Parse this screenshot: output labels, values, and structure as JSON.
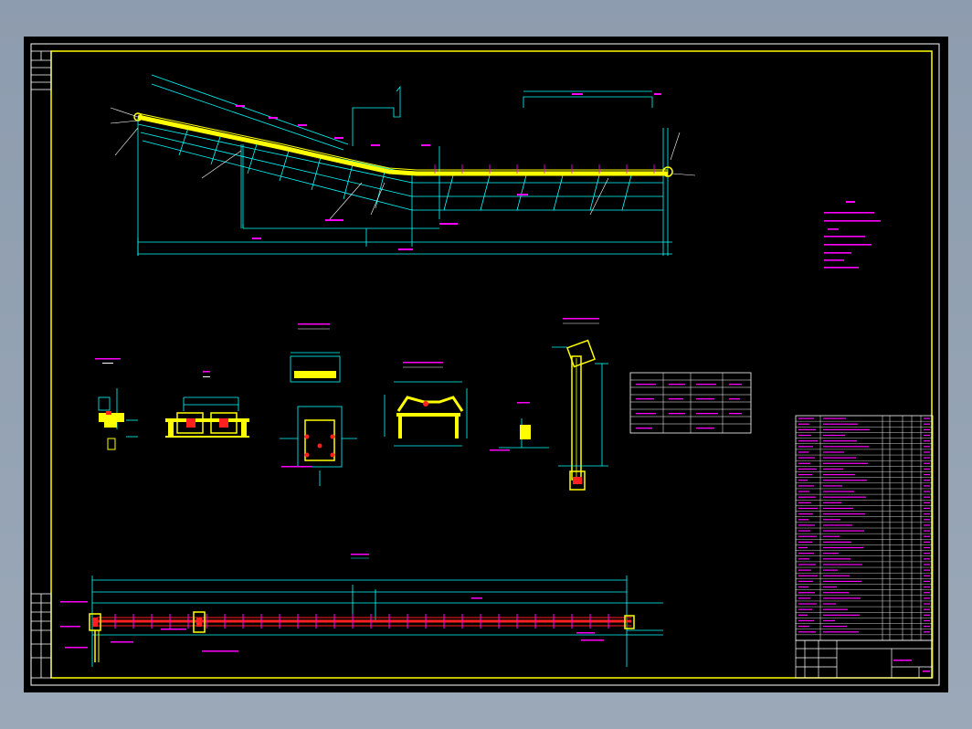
{
  "canvas": {
    "background_color": "#000000",
    "viewport_color": "#8f9fb0"
  },
  "palette": {
    "frame": "#ffff00",
    "belt": "#ffff00",
    "structure": "#00ffff",
    "dimension": "#00ffff",
    "annotation": "#ff00ff",
    "detail_red": "#ff2020",
    "table_border": "#ffffff",
    "table_text": "#ff00ff"
  },
  "drawing": {
    "views": [
      "conveyor-elevation",
      "tail-detail",
      "drive-detail",
      "bracket-detail",
      "idler-detail",
      "small-support-detail",
      "column-detail",
      "plan-view"
    ],
    "notes_heading_icon": "notes-block",
    "parts_list_icon": "bill-of-materials",
    "title_block_icon": "title-block"
  }
}
